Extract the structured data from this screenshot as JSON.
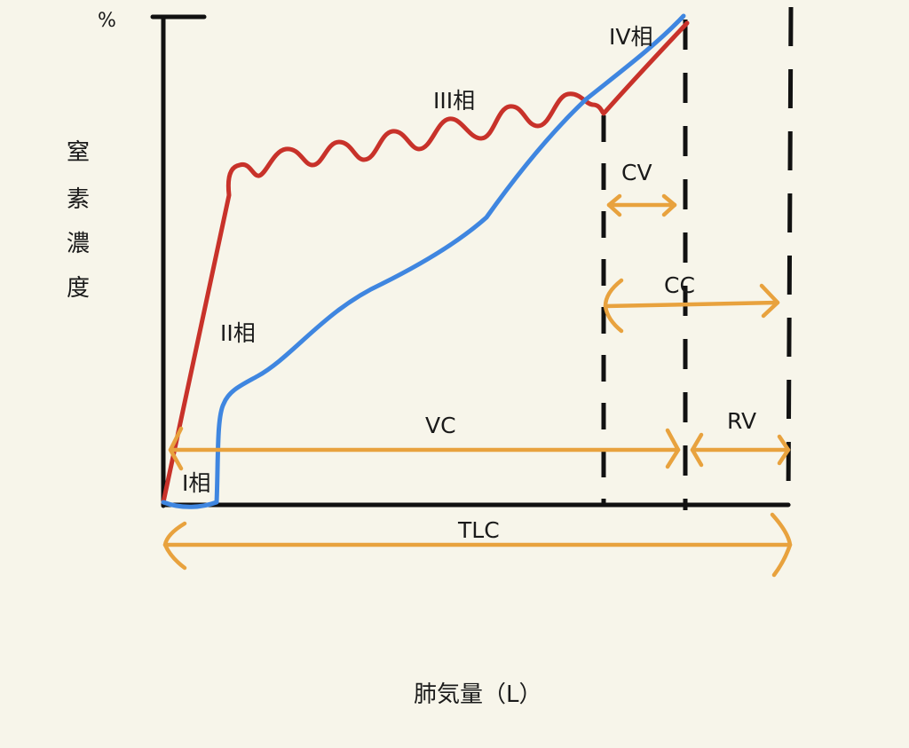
{
  "y_axis": {
    "unit": "%",
    "label_chars": [
      "窒",
      "素",
      "濃",
      "度"
    ]
  },
  "x_axis": {
    "label": "肺気量（L）"
  },
  "phases": {
    "p1": "I相",
    "p2": "II相",
    "p3": "III相",
    "p4": "IV相"
  },
  "spans": {
    "cv": "CV",
    "cc": "CC",
    "vc": "VC",
    "rv": "RV",
    "tlc": "TLC"
  },
  "colors": {
    "background": "#f7f5ea",
    "red_curve": "#c8322a",
    "blue_curve": "#3f86e0",
    "arrow": "#e8a23e",
    "axis": "#111111"
  }
}
